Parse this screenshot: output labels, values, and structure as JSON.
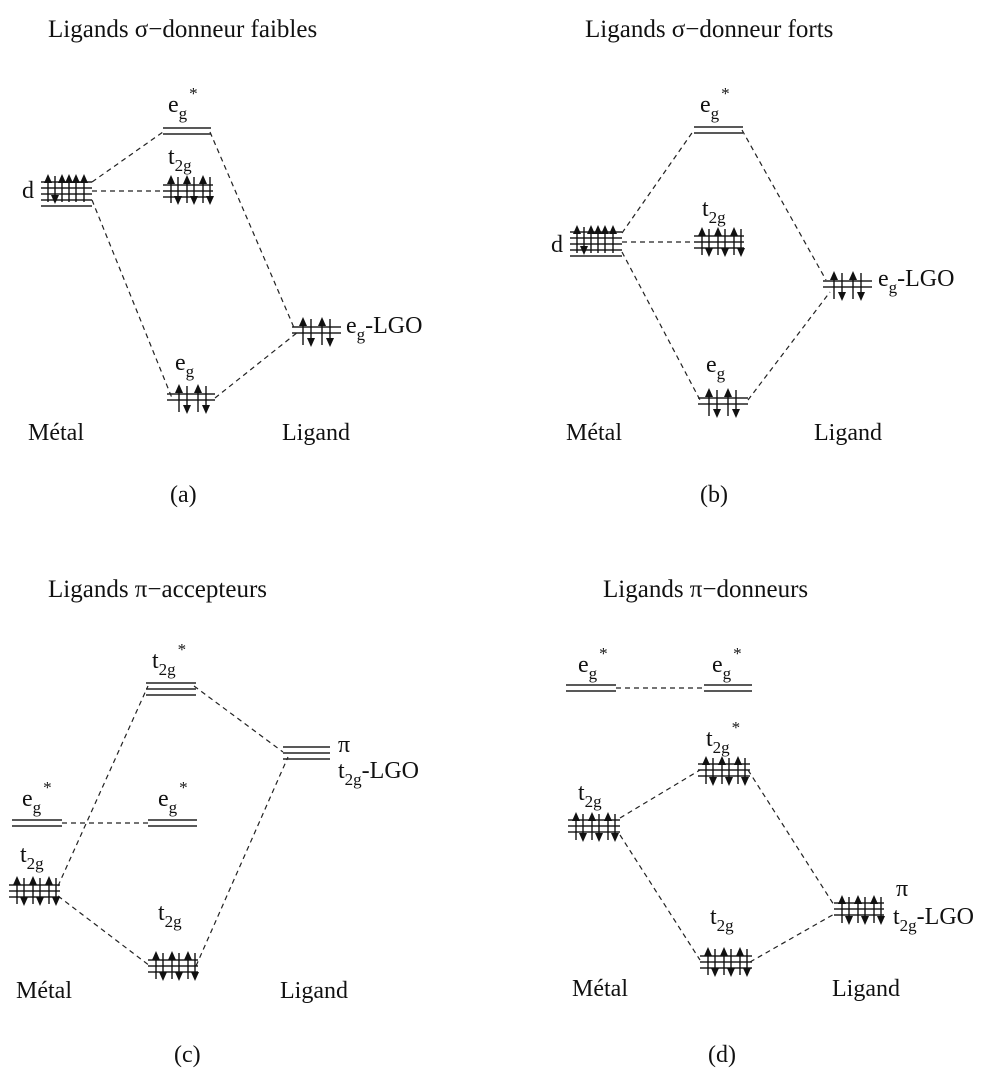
{
  "panels": {
    "a": {
      "title": "Ligands σ−donneur faibles",
      "metal": "Métal",
      "ligand": "Ligand",
      "caption": "(a)",
      "d_label": "d",
      "eg_star": {
        "base": "e",
        "sub": "g",
        "sup": "*"
      },
      "t2g": {
        "base": "t",
        "sub": "2g"
      },
      "eg": {
        "base": "e",
        "sub": "g"
      },
      "lgo": {
        "base": "e",
        "sub": "g",
        "suffix": "-LGO"
      }
    },
    "b": {
      "title": "Ligands σ−donneur forts",
      "metal": "Métal",
      "ligand": "Ligand",
      "caption": "(b)",
      "d_label": "d",
      "eg_star": {
        "base": "e",
        "sub": "g",
        "sup": "*"
      },
      "t2g": {
        "base": "t",
        "sub": "2g"
      },
      "eg": {
        "base": "e",
        "sub": "g"
      },
      "lgo": {
        "base": "e",
        "sub": "g",
        "suffix": "-LGO"
      }
    },
    "c": {
      "title": "Ligands π−accepteurs",
      "metal": "Métal",
      "ligand": "Ligand",
      "caption": "(c)",
      "t2g_star": {
        "base": "t",
        "sub": "2g",
        "sup": "*"
      },
      "eg_star_left": {
        "base": "e",
        "sub": "g",
        "sup": "*"
      },
      "eg_star_mid": {
        "base": "e",
        "sub": "g",
        "sup": "*"
      },
      "t2g_metal": {
        "base": "t",
        "sub": "2g"
      },
      "t2g_bond": {
        "base": "t",
        "sub": "2g"
      },
      "pi": "π",
      "lgo": {
        "base": "t",
        "sub": "2g",
        "suffix": "-LGO"
      }
    },
    "d": {
      "title": "Ligands π−donneurs",
      "metal": "Métal",
      "ligand": "Ligand",
      "caption": "(d)",
      "eg_star_left": {
        "base": "e",
        "sub": "g",
        "sup": "*"
      },
      "eg_star_right": {
        "base": "e",
        "sub": "g",
        "sup": "*"
      },
      "t2g_star": {
        "base": "t",
        "sub": "2g",
        "sup": "*"
      },
      "t2g_metal": {
        "base": "t",
        "sub": "2g"
      },
      "t2g_bond": {
        "base": "t",
        "sub": "2g"
      },
      "pi": "π",
      "lgo": {
        "base": "t",
        "sub": "2g",
        "suffix": "-LGO"
      }
    }
  }
}
